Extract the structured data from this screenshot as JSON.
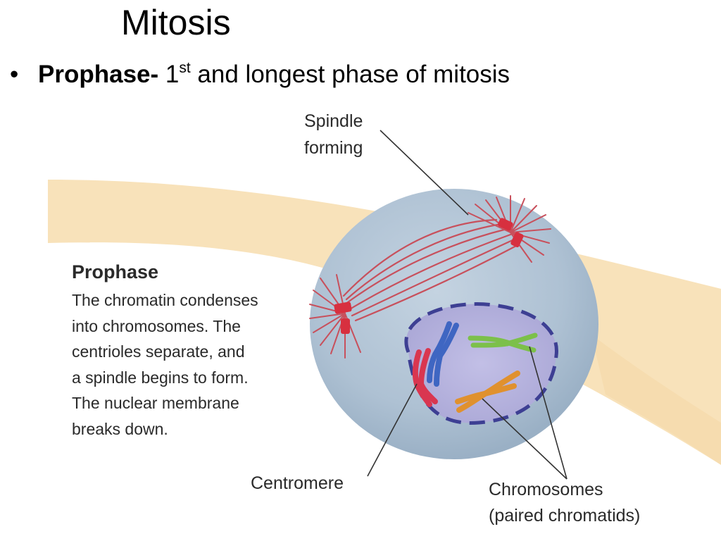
{
  "slide": {
    "title": "Mitosis",
    "bullet": {
      "symbol": "•",
      "term": "Prophase-",
      "ordinal_number": "1",
      "ordinal_suffix": "st",
      "rest": " and longest phase of mitosis"
    }
  },
  "figure": {
    "heading": "Prophase",
    "description_lines": [
      "The chromatin condenses",
      "into chromosomes. The",
      "centrioles separate, and",
      "a spindle begins to form.",
      "The nuclear membrane",
      "breaks down."
    ],
    "labels": {
      "spindle": [
        "Spindle",
        "forming"
      ],
      "centromere": "Centromere",
      "chromosomes": [
        "Chromosomes",
        "(paired chromatids)"
      ]
    },
    "colors": {
      "background_band": "#f8e2ba",
      "cell": "#aec1d3",
      "nucleus": "#b7b4de",
      "nuclear_membrane": "#3d3f93",
      "spindle_fibers": "#c8505c",
      "centriole": "#d7303f",
      "chromosome_red": "#d93650",
      "chromosome_blue": "#3f66c2",
      "chromosome_green": "#7cc04a",
      "chromosome_orange": "#e0912e"
    }
  }
}
